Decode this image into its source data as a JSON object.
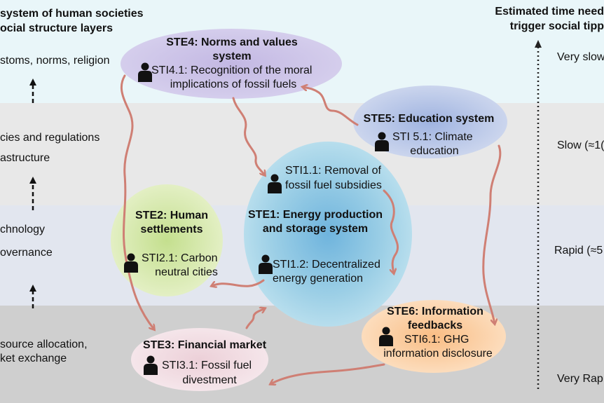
{
  "left_header": [
    "system of human societies",
    "ocial structure layers"
  ],
  "right_header": [
    "Estimated time need",
    "trigger social tipp"
  ],
  "layers": [
    {
      "labels": [
        "stoms, norms, religion"
      ],
      "time": "Very slow"
    },
    {
      "labels": [
        "cies and regulations",
        "astructure"
      ],
      "time": "Slow (≈1("
    },
    {
      "labels": [
        "chnology",
        "overnance"
      ],
      "time": "Rapid (≈5"
    },
    {
      "labels": [
        "source allocation,",
        "ket exchange"
      ],
      "time": "Very Rap"
    }
  ],
  "nodes": {
    "ste4": {
      "title": [
        "STE4: Norms and values",
        "system"
      ],
      "item": [
        "STI4.1: Recognition of the moral",
        "implications of fossil fuels"
      ],
      "color": "#cdc4e6"
    },
    "ste5": {
      "title": [
        "STE5: Education system"
      ],
      "item": [
        "STI 5.1: Climate",
        "education"
      ],
      "color": "#bccbe8"
    },
    "ste1": {
      "title": [
        "STE1: Energy production",
        "and storage system"
      ],
      "item_a": [
        "STI1.1: Removal of",
        "fossil fuel subsidies"
      ],
      "item_b": [
        "STI1.2: Decentralized",
        "energy generation"
      ],
      "color": "#9fd0e6"
    },
    "ste2": {
      "title": [
        "STE2: Human",
        "settlements"
      ],
      "item": [
        "STI2.1: Carbon",
        "neutral cities"
      ],
      "color": "#d5e8a8"
    },
    "ste3": {
      "title": [
        "STE3: Financial market"
      ],
      "item": [
        "STI3.1: Fossil fuel",
        "divestment"
      ],
      "color": "#f1dce1"
    },
    "ste6": {
      "title": [
        "STE6: Information",
        "feedbacks"
      ],
      "item": [
        "STI6.1: GHG",
        "information disclosure"
      ],
      "color": "#fbd2a8"
    }
  },
  "colors": {
    "arrow": "#cf7f74",
    "dotted": "#222222"
  },
  "icons": [
    "person-icon",
    "dashed-up-arrow-icon",
    "dotted-up-arrow-icon"
  ]
}
